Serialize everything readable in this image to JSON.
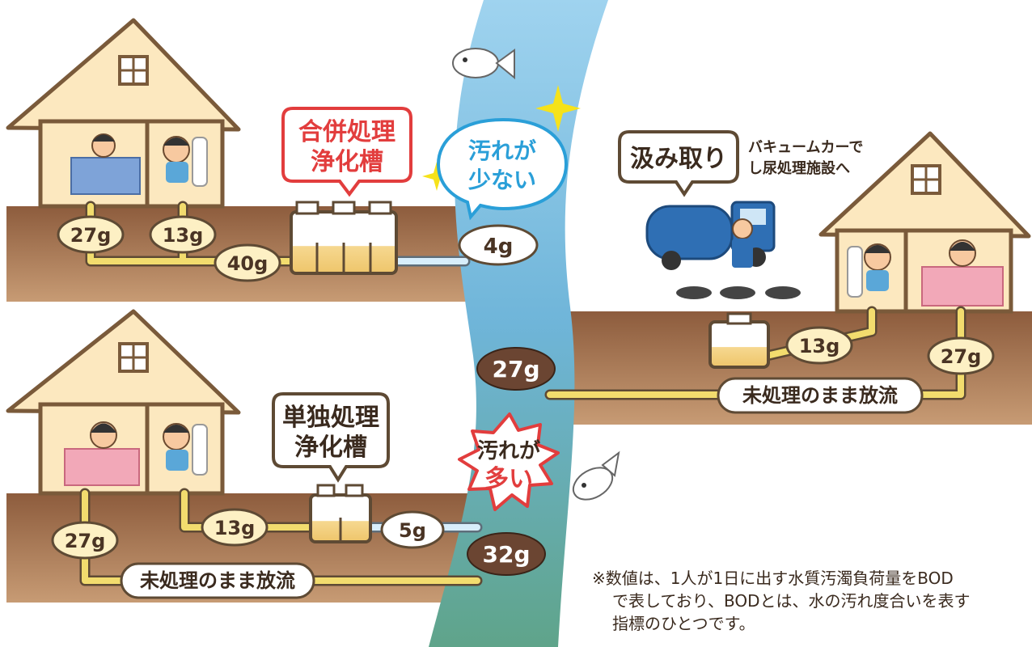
{
  "scenario_combined": {
    "tank_label_line1": "合併処理",
    "tank_label_line2": "浄化槽",
    "bath_load": "27g",
    "toilet_load": "13g",
    "merged_load": "40g",
    "outflow_load": "4g",
    "callout_line1": "汚れが",
    "callout_line2": "少ない"
  },
  "scenario_single": {
    "tank_label_line1": "単独処理",
    "tank_label_line2": "浄化槽",
    "bath_load": "27g",
    "toilet_load": "13g",
    "treated_outflow": "5g",
    "untreated_label": "未処理のまま放流",
    "river_total": "32g",
    "callout_line1": "汚れが",
    "callout_line2": "多い"
  },
  "scenario_pit": {
    "label": "汲み取り",
    "note_line1": "バキュームカーで",
    "note_line2": "し尿処理施設へ",
    "toilet_load": "13g",
    "bath_load": "27g",
    "untreated_label": "未処理のまま放流",
    "river_load": "27g"
  },
  "footnote": {
    "line1": "※数値は、1人が1日に出す水質汚濁負荷量をBOD",
    "line2": "で表しており、BODとは、水の汚れ度合いを表す",
    "line3": "指標のひとつです。"
  },
  "colors": {
    "soil": "#8a5a3c",
    "soil_light": "#b88660",
    "river": "#6fb6dd",
    "pipe": "#f2dc6e",
    "label_fill": "#fdf0c4",
    "brown_label": "#6b4532",
    "red": "#e23d3d",
    "blue": "#2a9fd8",
    "house": "#fce8bf"
  }
}
